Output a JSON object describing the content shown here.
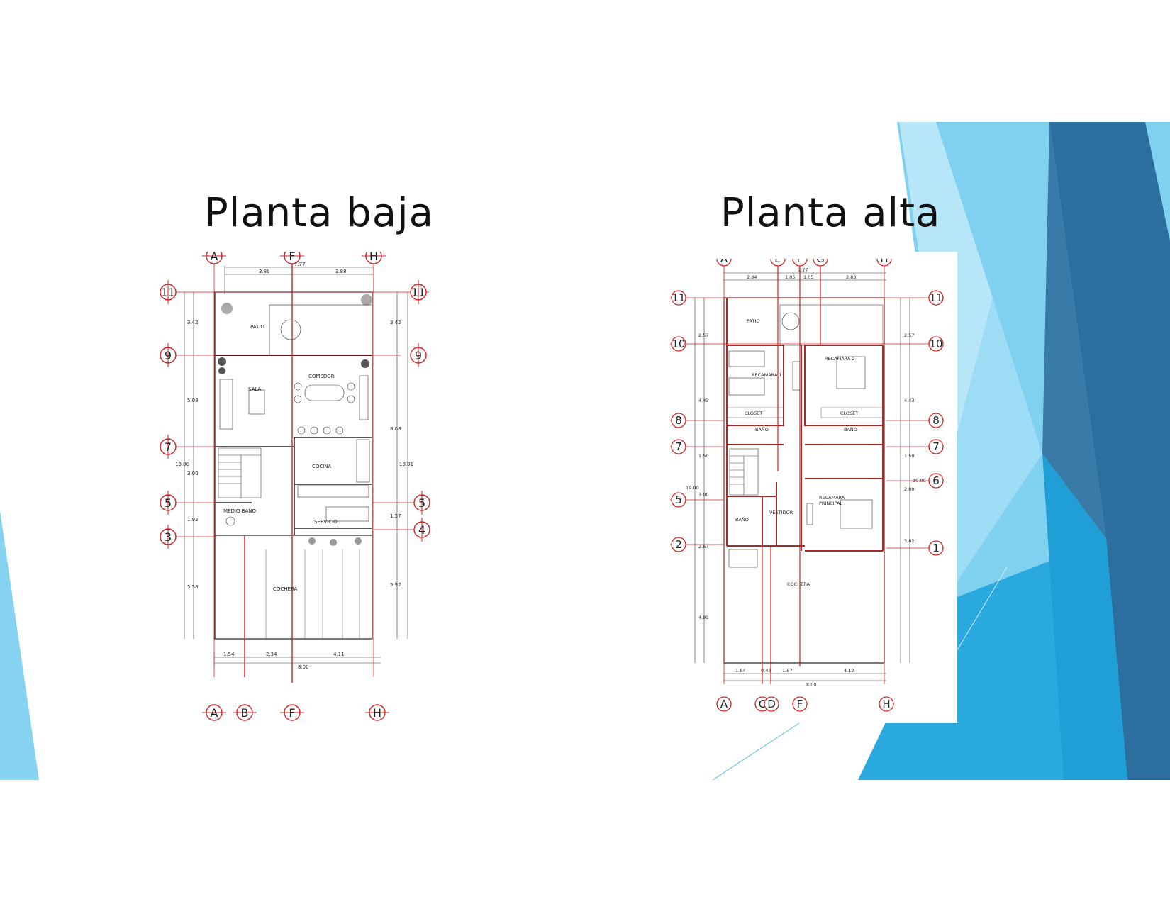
{
  "slide": {
    "left_title": "Planta baja",
    "right_title": "Planta alta",
    "theme_colors": {
      "light_blue": "#7ecfef",
      "mid_blue": "#29a9dd",
      "dark_blue": "#2a6d9c",
      "steel_blue": "#3a79a8"
    }
  },
  "planta_baja": {
    "top_axes": [
      "A",
      "F",
      "H"
    ],
    "bottom_axes": [
      "A",
      "B",
      "F",
      "H"
    ],
    "left_axes": [
      "11",
      "9",
      "7",
      "5",
      "3"
    ],
    "right_axes": [
      "11",
      "9",
      "5",
      "4"
    ],
    "top_total": "7.77",
    "top_dims": [
      "3.89",
      "3.88"
    ],
    "bottom_total": "8.00",
    "bottom_dims": [
      "1.54",
      "2.34",
      "4.11"
    ],
    "left_total": "19.00",
    "left_dims": [
      "3.42",
      "5.08",
      "3.00",
      "1.92",
      "5.58"
    ],
    "right_total": "19.01",
    "right_dims": [
      "3.42",
      "8.08",
      "1.57",
      "5.92"
    ],
    "rooms": {
      "patio": "PATIO",
      "sala": "SALA",
      "comedor": "COMEDOR",
      "cocina": "COCINA",
      "medio_bano": "MEDIO BAÑO",
      "servicio": "SERVICIO",
      "cochera": "COCHERA"
    }
  },
  "planta_alta": {
    "top_axes": [
      "A",
      "E",
      "F",
      "G",
      "H"
    ],
    "bottom_axes": [
      "A",
      "C",
      "D",
      "F",
      "H"
    ],
    "left_axes": [
      "11",
      "10",
      "8",
      "7",
      "5",
      "2"
    ],
    "right_axes": [
      "11",
      "10",
      "8",
      "7",
      "6",
      "1"
    ],
    "top_total": "7.77",
    "top_dims": [
      "2.84",
      "1.05",
      "1.05",
      "2.83"
    ],
    "bottom_total": "8.00",
    "bottom_dims": [
      "1.84",
      "0.48",
      "1.57",
      "4.12"
    ],
    "left_total": "19.00",
    "left_dims": [
      "2.57",
      "4.43",
      "1.50",
      "3.00",
      "2.57",
      "4.93"
    ],
    "right_total": "19.00",
    "right_dims": [
      "2.57",
      "4.43",
      "1.50",
      "2.00",
      "3.82"
    ],
    "rooms": {
      "patio": "PATIO",
      "recamara1": "RECAMARA 1",
      "recamara2": "RECAMARA 2",
      "closet1": "CLOSET",
      "closet2": "CLOSET",
      "bano1": "BAÑO",
      "bano2": "BAÑO",
      "bano3": "BAÑO",
      "vestidor": "VESTIDOR",
      "principal_1": "RECAMARA",
      "principal_2": "PRINCIPAL",
      "cochera": "COCHERA"
    }
  }
}
